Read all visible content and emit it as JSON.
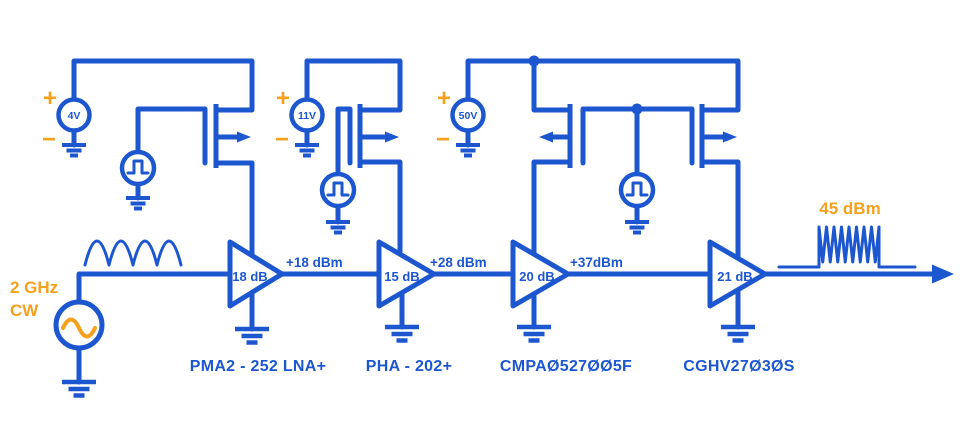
{
  "colors": {
    "wire_blue": "#1D57D0",
    "accent_orange": "#F5A01E"
  },
  "input_source": {
    "label_line1": "2 GHz",
    "label_line2": "CW"
  },
  "supplies": [
    {
      "value": "4V",
      "plus": "+",
      "minus": "−"
    },
    {
      "value": "11V",
      "plus": "+",
      "minus": "−"
    },
    {
      "value": "50V",
      "plus": "+",
      "minus": "−"
    }
  ],
  "amplifiers": [
    {
      "gain": "18 dB",
      "part": "PMA2 - 252 LNA+",
      "output_level": "+18 dBm"
    },
    {
      "gain": "15 dB",
      "part": "PHA - 202+",
      "output_level": "+28 dBm"
    },
    {
      "gain": "20 dB",
      "part": "CMPAØ527ØØ5F",
      "output_level": "+37dBm"
    },
    {
      "gain": "21 dB",
      "part": "CGHV27Ø3ØS"
    }
  ],
  "output": {
    "power_label": "45 dBm"
  }
}
